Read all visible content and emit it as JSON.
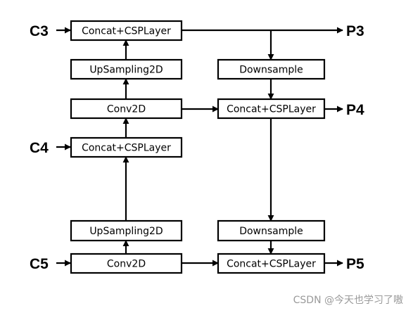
{
  "diagram": {
    "nodes": {
      "concat_c3": "Concat+CSPLayer",
      "upsampling_top": "UpSampling2D",
      "conv2d_top": "Conv2D",
      "concat_c4": "Concat+CSPLayer",
      "upsampling_bottom": "UpSampling2D",
      "conv2d_bottom": "Conv2D",
      "downsample_top": "Downsample",
      "concat_p4": "Concat+CSPLayer",
      "downsample_bottom": "Downsample",
      "concat_p5": "Concat+CSPLayer"
    },
    "inputs": {
      "c3": "C3",
      "c4": "C4",
      "c5": "C5"
    },
    "outputs": {
      "p3": "P3",
      "p4": "P4",
      "p5": "P5"
    }
  },
  "watermark": "CSDN @今天也学习了嗷"
}
